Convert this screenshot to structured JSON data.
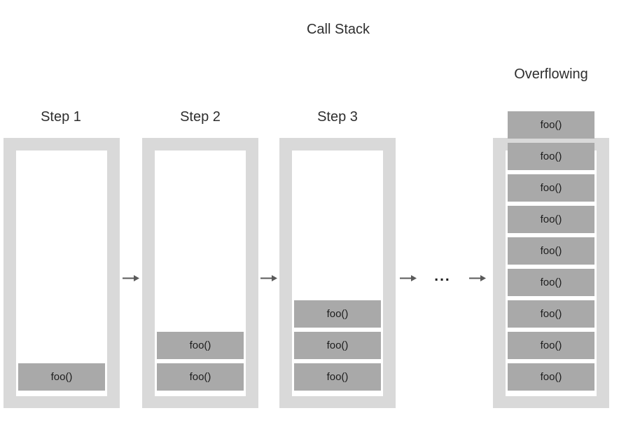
{
  "title": "Call Stack",
  "stacks": [
    {
      "label": "Step 1",
      "frames": [
        "foo()"
      ]
    },
    {
      "label": "Step 2",
      "frames": [
        "foo()",
        "foo()"
      ]
    },
    {
      "label": "Step 3",
      "frames": [
        "foo()",
        "foo()",
        "foo()"
      ]
    },
    {
      "label": "Overflowing",
      "overflowing": true,
      "frames": [
        "foo()",
        "foo()",
        "foo()",
        "foo()",
        "foo()",
        "foo()",
        "foo()",
        "foo()",
        "foo()"
      ]
    }
  ],
  "connectors": {
    "arrow_icon": "arrow-right",
    "ellipsis": "..."
  },
  "colors": {
    "background": "#ffffff",
    "container_fill": "#d9d9d9",
    "stack_interior": "#ffffff",
    "frame_fill": "#a9a9a9",
    "label_text": "#2e2e2e",
    "frame_text": "#1d1d1d",
    "arrow": "#5a5a5a"
  }
}
